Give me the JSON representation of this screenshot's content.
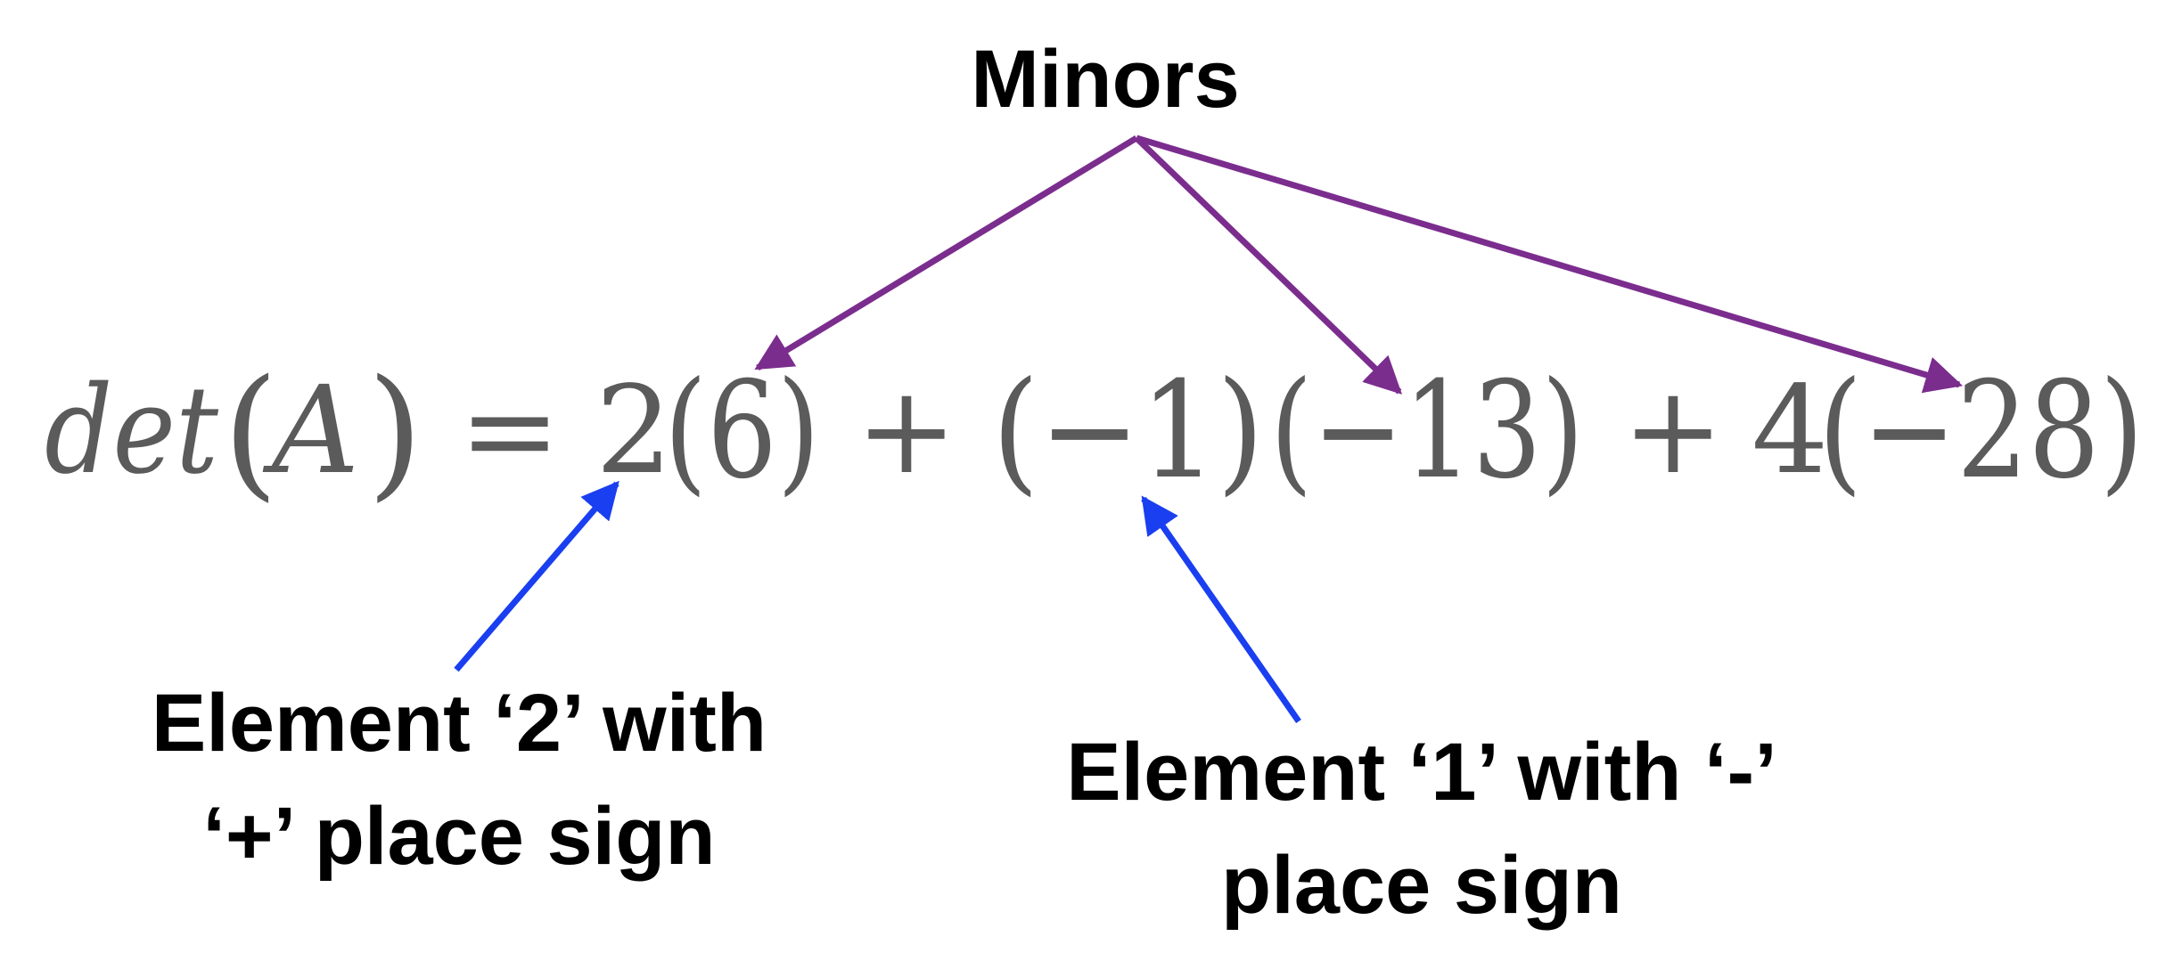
{
  "title": "Minors",
  "equation": {
    "det": "det",
    "lparen_a": "(",
    "a": "A",
    "rparen_a": ")",
    "equals": "=",
    "term1_coef": "2",
    "term1_minor": "(6)",
    "plus1": "+",
    "term2_coef": "(−1)",
    "term2_minor": "(−13)",
    "plus2": "+",
    "term3_coef": "4",
    "term3_minor": "(−28)"
  },
  "annotations": {
    "element2": {
      "line1": "Element ‘2’ with",
      "line2": "‘+’ place sign"
    },
    "element1": {
      "line1": "Element ‘1’ with ‘-’",
      "line2": "place sign"
    }
  },
  "colors": {
    "minor_arrows": "#7b2d8e",
    "element_arrows": "#1a3ff0",
    "equation_text": "#5b5b5b",
    "label_text": "#000000"
  }
}
